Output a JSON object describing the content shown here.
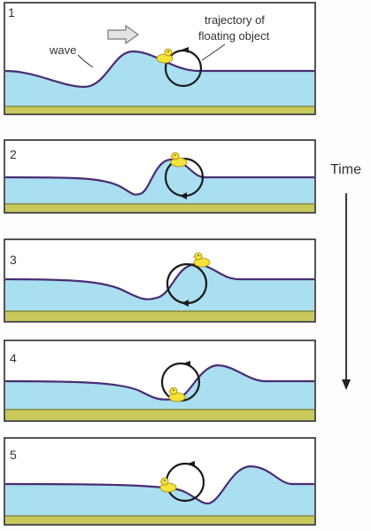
{
  "panels": [
    {
      "number": "1"
    },
    {
      "number": "2"
    },
    {
      "number": "3"
    },
    {
      "number": "4"
    },
    {
      "number": "5"
    }
  ],
  "labels": {
    "wave": "wave",
    "trajectory_line1": "trajectory of",
    "trajectory_line2": "floating object",
    "time": "Time"
  },
  "icons": {
    "direction_arrow": "right-arrow-icon",
    "floating_object": "duck-icon"
  },
  "colors": {
    "water": "#a9dff0",
    "seabed": "#c9c85a",
    "wave_line": "#4a2c74",
    "duck": "#f5e23a"
  }
}
